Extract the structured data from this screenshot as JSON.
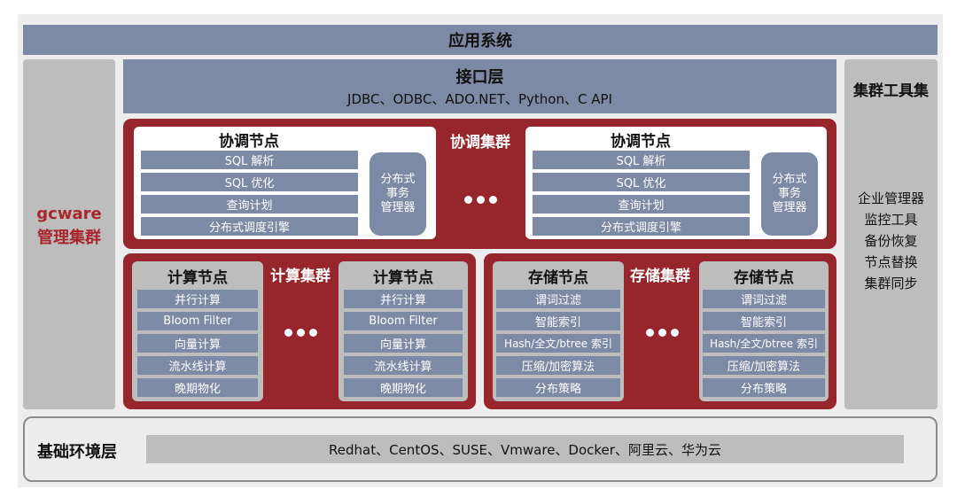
{
  "app_system": "应用系统",
  "interface_layer": {
    "title": "接口层",
    "subtitle": "JDBC、ODBC、ADO.NET、Python、C API"
  },
  "gcware": {
    "line1": "gcware",
    "line2": "管理集群"
  },
  "toolset": {
    "title": "集群工具集",
    "items": [
      "企业管理器",
      "监控工具",
      "备份恢复",
      "节点替换",
      "集群同步"
    ]
  },
  "coord_cluster": {
    "label": "协调集群",
    "node_title": "协调节点",
    "rows": [
      "SQL 解析",
      "SQL 优化",
      "查询计划",
      "分布式调度引擎"
    ],
    "side": [
      "分布式",
      "事务",
      "管理器"
    ]
  },
  "compute_cluster": {
    "label": "计算集群",
    "node_title": "计算节点",
    "rows": [
      "并行计算",
      "Bloom Filter",
      "向量计算",
      "流水线计算",
      "晚期物化"
    ]
  },
  "storage_cluster": {
    "label": "存储集群",
    "node_title": "存储节点",
    "rows": [
      "谓词过滤",
      "智能索引",
      "Hash/全文/btree 索引",
      "压缩/加密算法",
      "分布策略"
    ]
  },
  "base_layer": {
    "title": "基础环境层",
    "content": "Redhat、CentOS、SUSE、Vmware、Docker、阿里云、华为云"
  },
  "colors": {
    "blue_gray": "#7d8aa6",
    "dark_red": "#96262c",
    "light_gray": "#bdbdbd",
    "background": "#ededed"
  }
}
